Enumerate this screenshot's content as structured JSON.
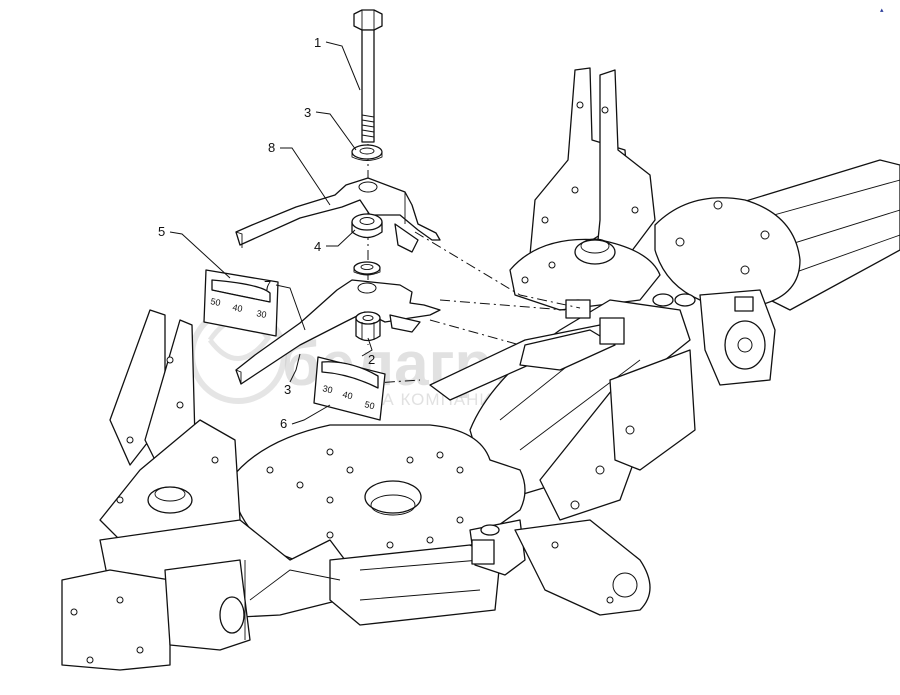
{
  "callouts": [
    {
      "id": "1",
      "label": "1"
    },
    {
      "id": "3a",
      "label": "3"
    },
    {
      "id": "8",
      "label": "8"
    },
    {
      "id": "4",
      "label": "4"
    },
    {
      "id": "5",
      "label": "5"
    },
    {
      "id": "7",
      "label": "7"
    },
    {
      "id": "2",
      "label": "2"
    },
    {
      "id": "3b",
      "label": "3"
    },
    {
      "id": "6",
      "label": "6"
    }
  ],
  "scale_plate_left": {
    "marks": [
      "50",
      "40",
      "30"
    ]
  },
  "scale_plate_right": {
    "marks": [
      "30",
      "40",
      "50"
    ]
  },
  "watermark": {
    "brand": "белагро",
    "tagline": "ГРУППА КОМПАНИЙ"
  },
  "corner_mark": {
    "text": "▴"
  }
}
